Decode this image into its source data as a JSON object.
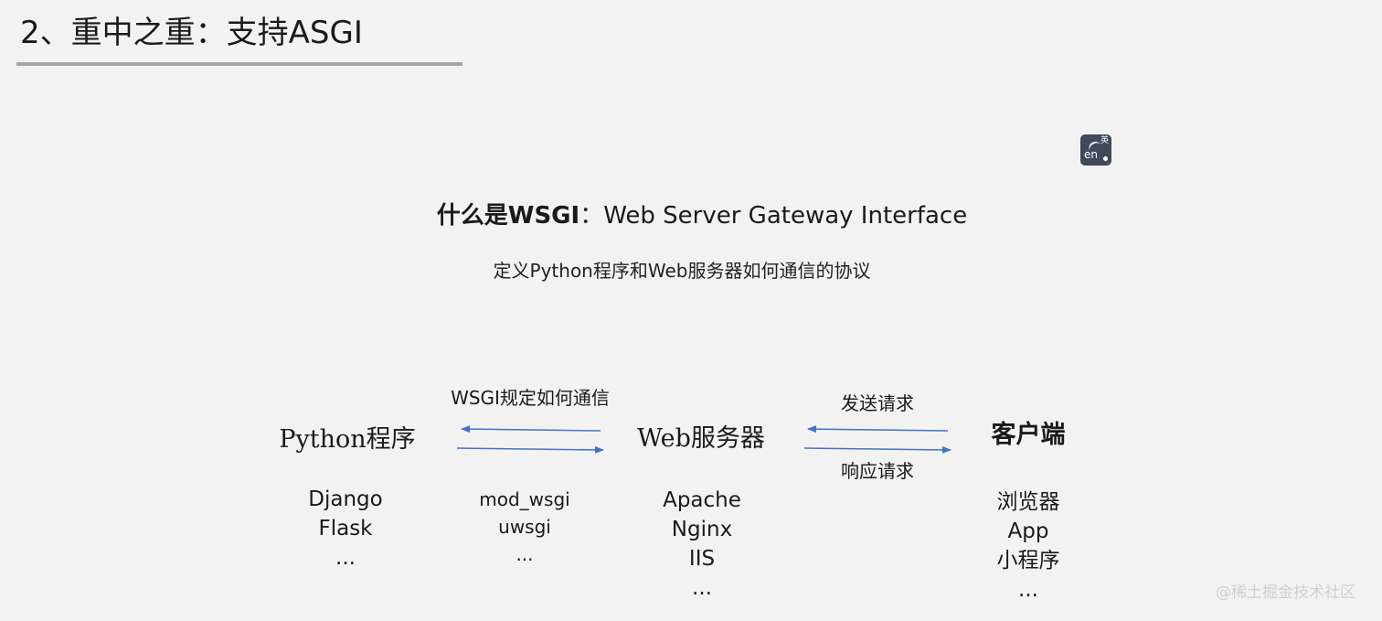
{
  "slide": {
    "title": "2、重中之重：支持ASGI"
  },
  "translate_button": {
    "icon": "translate-icon",
    "en_label": "en",
    "zh_label": "英"
  },
  "heading": {
    "bold": "什么是WSGI",
    "rest": "：Web Server Gateway Interface"
  },
  "subheading": "定义Python程序和Web服务器如何通信的协议",
  "diagram": {
    "nodes": [
      {
        "title": "Python程序",
        "items": [
          "Django",
          "Flask",
          "..."
        ]
      },
      {
        "title": "Web服务器",
        "items": [
          "Apache",
          "Nginx",
          "IIS",
          "..."
        ]
      },
      {
        "title": "客户端",
        "items": [
          "浏览器",
          "App",
          "小程序",
          "..."
        ]
      }
    ],
    "edges": [
      {
        "label_top": "WSGI规定如何通信",
        "items": [
          "mod_wsgi",
          "uwsgi",
          "..."
        ]
      },
      {
        "label_top": "发送请求",
        "label_bottom": "响应请求"
      }
    ],
    "arrow_color": "#4472c4"
  },
  "watermark": "@稀土掘金技术社区"
}
